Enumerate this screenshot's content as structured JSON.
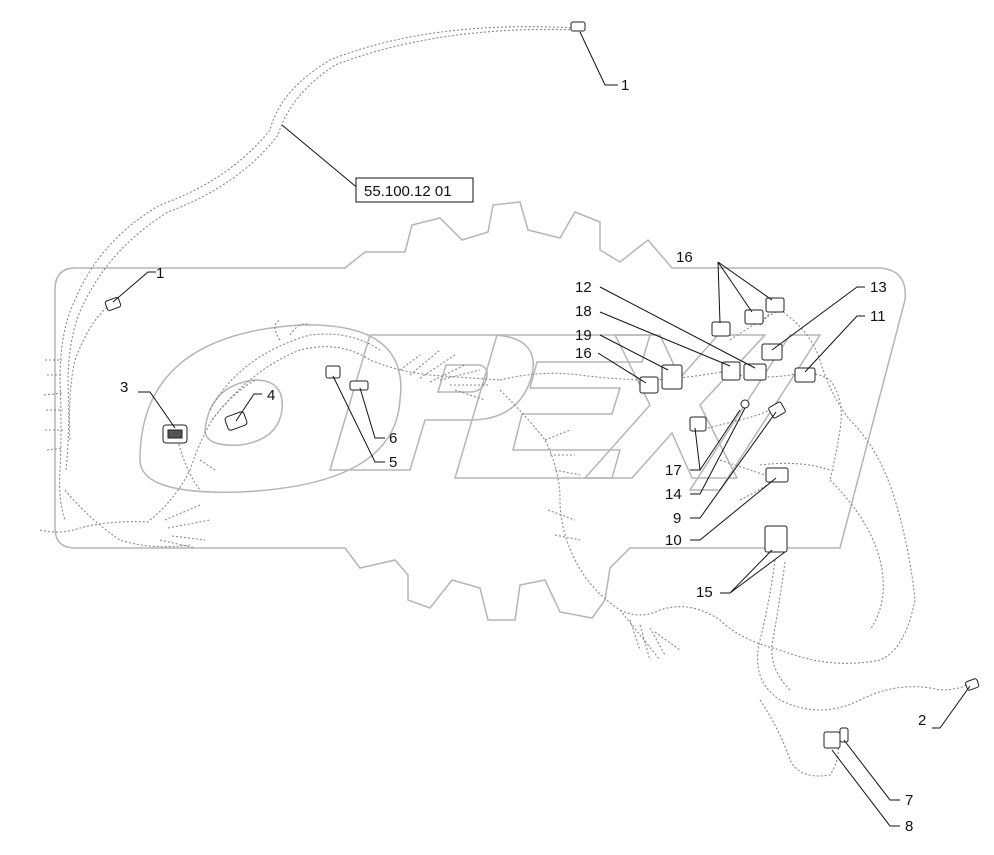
{
  "diagram": {
    "reference_label": "55.100.12 01",
    "callouts": [
      {
        "id": "c1a",
        "label": "1"
      },
      {
        "id": "c1b",
        "label": "1"
      },
      {
        "id": "c2",
        "label": "2"
      },
      {
        "id": "c3",
        "label": "3"
      },
      {
        "id": "c4",
        "label": "4"
      },
      {
        "id": "c5",
        "label": "5"
      },
      {
        "id": "c6",
        "label": "6"
      },
      {
        "id": "c7",
        "label": "7"
      },
      {
        "id": "c8",
        "label": "8"
      },
      {
        "id": "c9",
        "label": "9"
      },
      {
        "id": "c10",
        "label": "10"
      },
      {
        "id": "c11",
        "label": "11"
      },
      {
        "id": "c12",
        "label": "12"
      },
      {
        "id": "c13",
        "label": "13"
      },
      {
        "id": "c14",
        "label": "14"
      },
      {
        "id": "c15",
        "label": "15"
      },
      {
        "id": "c16a",
        "label": "16"
      },
      {
        "id": "c16b",
        "label": "16"
      },
      {
        "id": "c17",
        "label": "17"
      },
      {
        "id": "c18",
        "label": "18"
      },
      {
        "id": "c19",
        "label": "19"
      }
    ]
  }
}
